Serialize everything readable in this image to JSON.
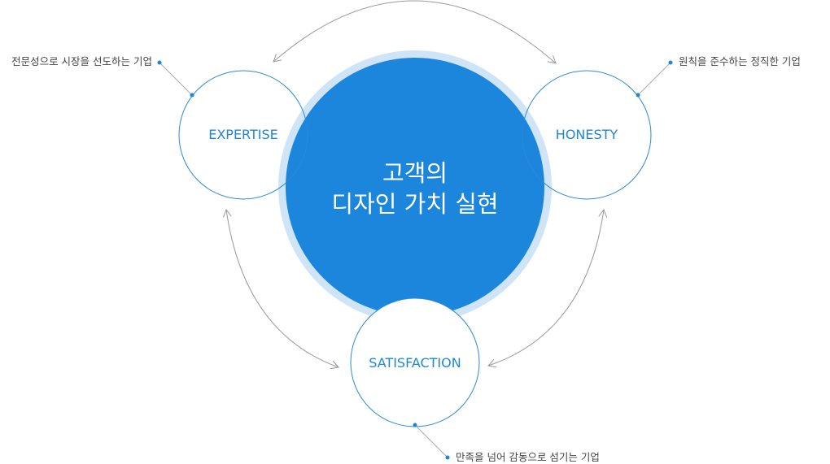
{
  "center": {
    "line1": "고객의",
    "line2": "디자인 가치 실현"
  },
  "nodes": {
    "expertise": {
      "label": "EXPERTISE",
      "note": "전문성으로 시장을 선도하는 기업"
    },
    "honesty": {
      "label": "HONESTY",
      "note": "원칙을 준수하는 정직한 기업"
    },
    "satisfaction": {
      "label": "SATISFACTION",
      "note": "만족을 넘어 감동으로 섬기는 기업"
    }
  },
  "colors": {
    "primary": "#1b86dc",
    "halo": "#cfe4f6",
    "node_stroke": "#2a8ad8",
    "arrow": "#9a9a9a",
    "note_text": "#444444"
  }
}
